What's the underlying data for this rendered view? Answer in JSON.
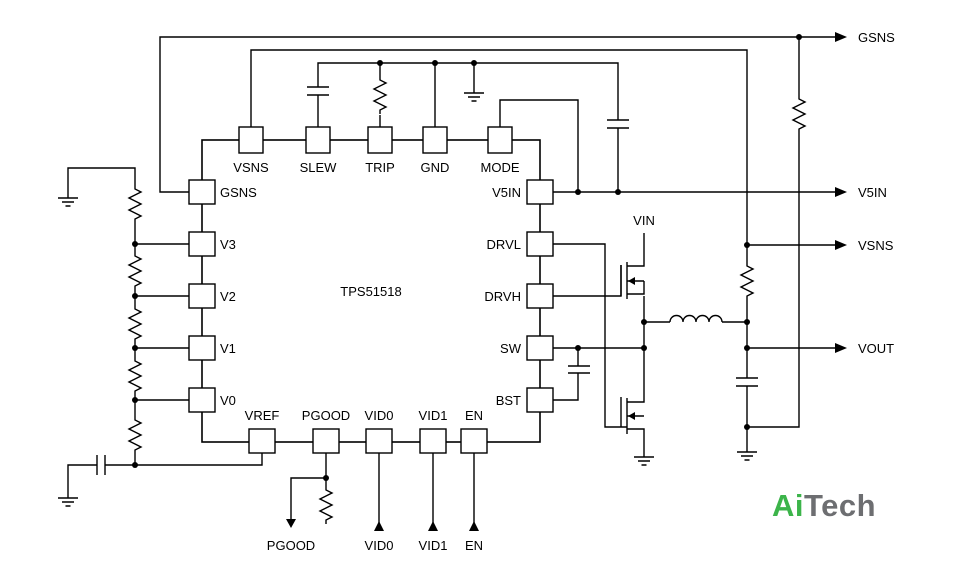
{
  "chip": {
    "name": "TPS51518",
    "pins_top": [
      "VSNS",
      "SLEW",
      "TRIP",
      "GND",
      "MODE"
    ],
    "pins_left": [
      "GSNS",
      "V3",
      "V2",
      "V1",
      "V0"
    ],
    "pins_right": [
      "V5IN",
      "DRVL",
      "DRVH",
      "SW",
      "BST"
    ],
    "pins_bottom": [
      "VREF",
      "PGOOD",
      "VID0",
      "VID1",
      "EN"
    ]
  },
  "outputs": [
    "GSNS",
    "V5IN",
    "VSNS",
    "VOUT"
  ],
  "inputs_bottom": [
    "PGOOD",
    "VID0",
    "VID1",
    "EN"
  ],
  "vin_label": "VIN",
  "logo": {
    "part1": "Ai",
    "part2": "Tech"
  },
  "colors": {
    "accent": "#3cb44a",
    "logo_gray": "#6d6e71",
    "line": "#000000"
  }
}
